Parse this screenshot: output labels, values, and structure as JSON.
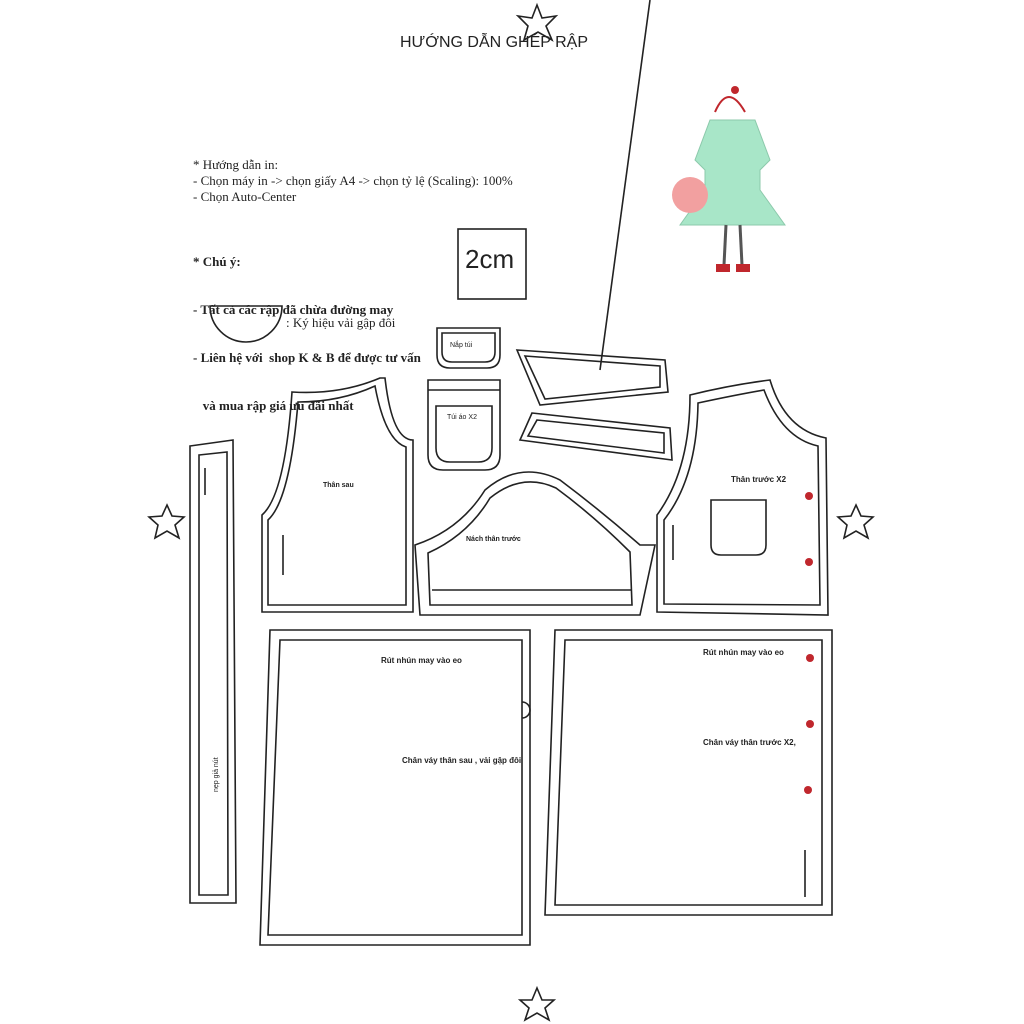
{
  "title": "HƯỚNG DẪN GHÉP RẬP",
  "print_guide": {
    "heading": "* Hướng dẫn in:",
    "line1": "- Chọn máy in -> chọn giấy A4  -> chọn tỷ lệ (Scaling): 100%",
    "line2": "- Chọn Auto-Center"
  },
  "notes": {
    "heading": "* Chú ý:",
    "line1": "- Tất cả các rập đã chừa đường may",
    "line2": "- Liên hệ với  shop K & B để được tư vấn",
    "line3": "   và mua rập giá ưu đãi nhất"
  },
  "scale_box": "2cm",
  "fold_symbol_label": ": Ký hiệu vải gập đôi",
  "pieces": {
    "pocket_flap": "Nắp túi",
    "pocket": "Túi áo X2",
    "back_bodice": "Thân sau",
    "armhole_facing": "Nách thân trước",
    "front_bodice": "Thân trước X2",
    "placket": "nẹp giả nút",
    "skirt_back_gather": "Rút nhún may vào eo",
    "skirt_back": "Chân váy thân sau , vải gập đôi",
    "skirt_front_gather": "Rút nhún may vào eo",
    "skirt_front": "Chân váy thân trước X2,"
  },
  "colors": {
    "line": "#222222",
    "button_dot": "#c0272d",
    "dress": "#a8e6c8"
  }
}
